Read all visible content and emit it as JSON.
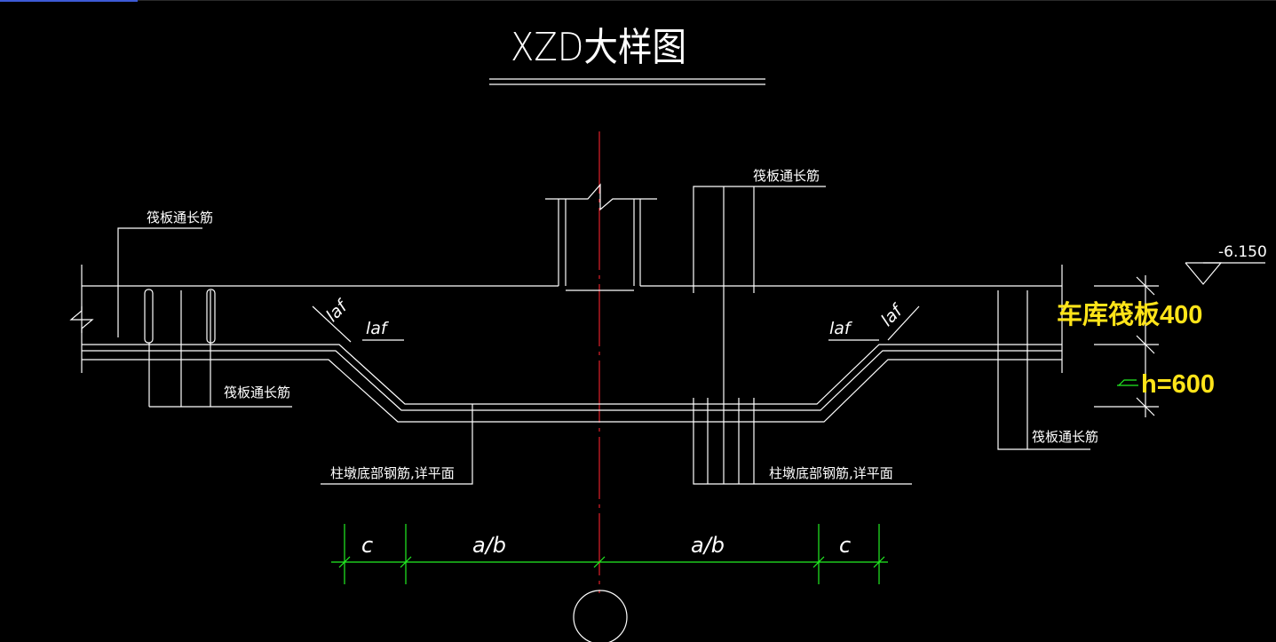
{
  "drawing": {
    "title": "XZD大样图",
    "elevation": "-6.150",
    "raft_label": "车库筏板400",
    "thickness_label": "h=600",
    "rebar_labels": {
      "top_left": "筏板通长筋",
      "top_center": "筏板通长筋",
      "mid_left": "筏板通长筋",
      "right": "筏板通长筋"
    },
    "bottom_notes": {
      "left": "柱墩底部钢筋,详平面",
      "right": "柱墩底部钢筋,详平面"
    },
    "anchor_labels": [
      "laf",
      "laf",
      "laf",
      "laf"
    ],
    "dimensions": [
      "c",
      "a/b",
      "a/b",
      "c"
    ]
  },
  "colors": {
    "background": "#000000",
    "linework": "#ffffff",
    "centerline": "#e0202a",
    "dimension": "#22ee22",
    "highlight_text": "#ffe419"
  }
}
